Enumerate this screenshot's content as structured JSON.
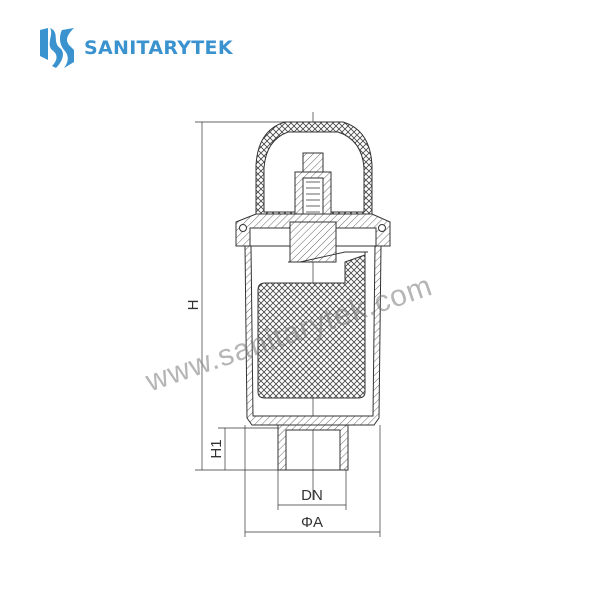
{
  "logo": {
    "text": "SANITARYTEK",
    "color": "#3a93cf",
    "icon": "sanitarytek-logo-icon"
  },
  "drawing": {
    "labels": {
      "height": "H",
      "height1": "H1",
      "nominal_diameter": "DN",
      "outer_diameter": "ΦA"
    },
    "line_color": "#333333"
  },
  "watermark": {
    "text": "www.sanitarytek.com"
  }
}
